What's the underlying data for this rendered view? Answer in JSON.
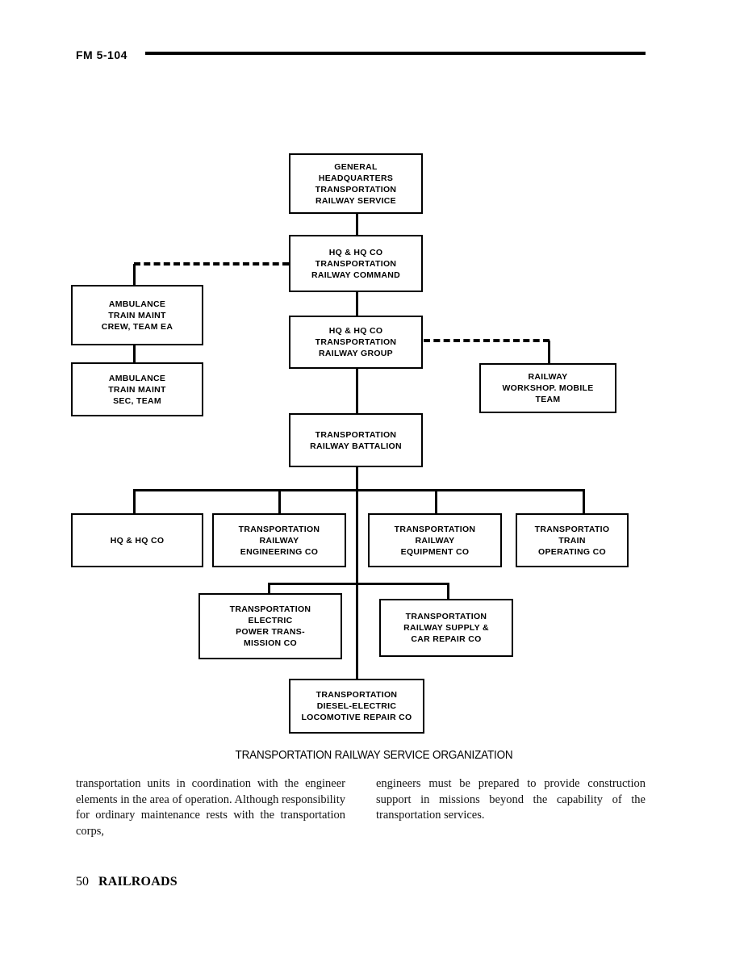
{
  "header": {
    "manual_id": "FM 5-104"
  },
  "figure": {
    "caption": "TRANSPORTATION RAILWAY SERVICE ORGANIZATION",
    "nodes": [
      {
        "id": "ghq-trs",
        "lines": [
          "GENERAL",
          "HEADQUARTERS",
          "TRANSPORTATION",
          "RAILWAY SERVICE"
        ]
      },
      {
        "id": "railway-command",
        "lines": [
          "HQ & HQ CO",
          "TRANSPORTATION",
          "RAILWAY COMMAND"
        ]
      },
      {
        "id": "railway-group",
        "lines": [
          "HQ & HQ CO",
          "TRANSPORTATION",
          "RAILWAY GROUP"
        ]
      },
      {
        "id": "railway-battalion",
        "lines": [
          "TRANSPORTATION",
          "RAILWAY BATTALION"
        ]
      },
      {
        "id": "ambulance-train-maint-crew",
        "lines": [
          "AMBULANCE",
          "TRAIN MAINT",
          "CREW, TEAM EA"
        ]
      },
      {
        "id": "ambulance-train-maint-sec",
        "lines": [
          "AMBULANCE",
          "TRAIN MAINT",
          "SEC, TEAM"
        ]
      },
      {
        "id": "railway-workshop-mobile",
        "lines": [
          "RAILWAY",
          "WORKSHOP. MOBILE",
          "TEAM"
        ]
      },
      {
        "id": "hq-hq-co",
        "lines": [
          "HQ & HQ CO"
        ]
      },
      {
        "id": "railway-engineering-co",
        "lines": [
          "TRANSPORTATION",
          "RAILWAY",
          "ENGINEERING CO"
        ]
      },
      {
        "id": "railway-equipment-co",
        "lines": [
          "TRANSPORTATION",
          "RAILWAY",
          "EQUIPMENT CO"
        ]
      },
      {
        "id": "train-operating-co",
        "lines": [
          "TRANSPORTATIO",
          "TRAIN",
          "OPERATING CO"
        ]
      },
      {
        "id": "electric-power-transmission-co",
        "lines": [
          "TRANSPORTATION",
          "ELECTRIC",
          "POWER TRANS-",
          "MISSION CO"
        ]
      },
      {
        "id": "railway-supply-car-repair-co",
        "lines": [
          "TRANSPORTATION",
          "RAILWAY SUPPLY &",
          "CAR REPAIR CO"
        ]
      },
      {
        "id": "diesel-electric-locomotive-repair-co",
        "lines": [
          "TRANSPORTATION",
          "DIESEL-ELECTRIC",
          "LOCOMOTIVE REPAIR CO"
        ]
      }
    ]
  },
  "body": {
    "left_column": "transportation units in coordination with the engineer elements in the area of operation. Although responsibility for ordinary maintenance rests with the transportation corps,",
    "right_column": "engineers must be prepared to provide construction support in missions beyond the capability of the transportation services."
  },
  "footer": {
    "page_number": "50",
    "section_title": "RAILROADS"
  },
  "style": {
    "ink": "#000000",
    "paper": "#ffffff"
  }
}
